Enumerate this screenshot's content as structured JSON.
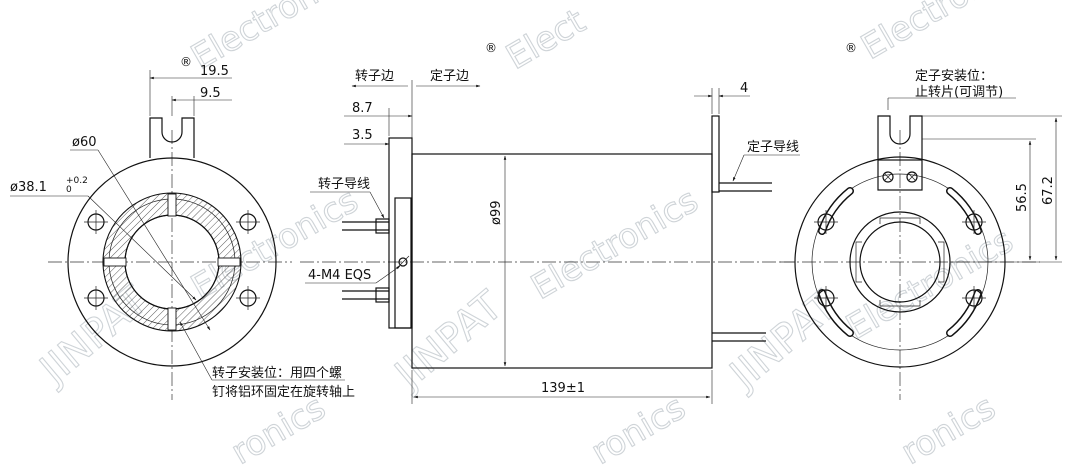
{
  "watermark": {
    "brand": "JINPAT",
    "registered": "®",
    "word1": "Electronics",
    "word2": "Elect",
    "word3": "ronics"
  },
  "left_view": {
    "dim_19_5": "19.5",
    "dim_9_5": "9.5",
    "dim_phi60": "ø60",
    "dim_phi38": "ø38.1",
    "tol_upper": "+0.2",
    "tol_lower": "0",
    "note_line1": "转子安装位：用四个螺",
    "note_line2": "钉将铝环固定在旋转轴上"
  },
  "side_view": {
    "rotor_side": "转子边",
    "stator_side": "定子边",
    "dim_8_7": "8.7",
    "dim_3_5": "3.5",
    "rotor_wire": "转子导线",
    "screw_spec": "4-M4 EQS",
    "dim_phi99": "ø99",
    "dim_length": "139±1",
    "dim_4": "4",
    "stator_wire": "定子导线"
  },
  "right_view": {
    "stop_line1": "定子安装位：",
    "stop_line2": "止转片(可调节)",
    "dim_56_5": "56.5",
    "dim_67_2": "67.2"
  }
}
